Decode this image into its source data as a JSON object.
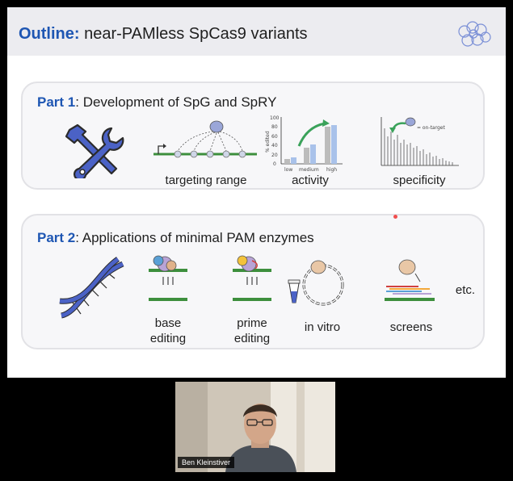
{
  "slide": {
    "title_accent": "Outline:",
    "title_rest": " near-PAMless SpCas9 variants",
    "part1": {
      "label": "Part 1",
      "title": ": Development of SpG and SpRY",
      "captions": [
        "targeting range",
        "activity",
        "specificity"
      ],
      "activity_ticks": [
        "0",
        "20",
        "40",
        "60",
        "80",
        "100"
      ],
      "activity_ylabel": "% edited",
      "activity_categories": [
        "low",
        "medium",
        "high"
      ],
      "specificity_label": "= on-target"
    },
    "part2": {
      "label": "Part 2",
      "title": ": Applications of minimal PAM enzymes",
      "items": [
        {
          "line1": "base",
          "line2": "editing"
        },
        {
          "line1": "prime",
          "line2": "editing"
        }
      ],
      "in_vitro": "in vitro",
      "screens": "screens",
      "etc": "etc."
    }
  },
  "video": {
    "participant_name": "Ben Kleinstiver"
  },
  "colors": {
    "accent": "#1e56b3",
    "box_border": "#e2e2e6",
    "icon_blue": "#4b62c6",
    "pointer_dot": "#f04e4e"
  }
}
